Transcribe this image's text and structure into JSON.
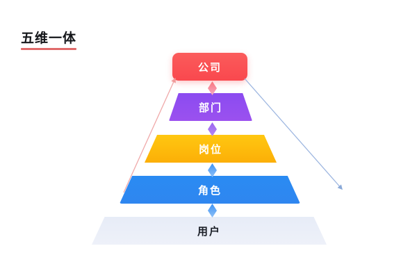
{
  "page": {
    "title": "五维一体",
    "title_underline_color": "#e06a6a",
    "background_color": "#ffffff"
  },
  "diagram": {
    "type": "pyramid",
    "name": "five-dimension-hierarchy-pyramid",
    "levels": [
      {
        "id": "company",
        "label": "公司",
        "level": 1,
        "shape": "rounded-capsule",
        "fill_color": "#f9484e",
        "text_color": "#ffffff"
      },
      {
        "id": "department",
        "label": "部门",
        "level": 2,
        "shape": "trapezoid",
        "fill_color": "#9b51ef",
        "text_color": "#ffffff"
      },
      {
        "id": "position",
        "label": "岗位",
        "level": 3,
        "shape": "trapezoid",
        "fill_color": "#fcaf07",
        "text_color": "#ffffff"
      },
      {
        "id": "role",
        "label": "角色",
        "level": 4,
        "shape": "trapezoid",
        "fill_color": "#2a8bf2",
        "text_color": "#ffffff"
      },
      {
        "id": "user",
        "label": "用户",
        "level": 5,
        "shape": "trapezoid",
        "fill_color": "#e7ecf7",
        "text_color": "#1b1f27"
      }
    ],
    "connectors": [
      {
        "id": "company-department",
        "from": "department",
        "to": "company",
        "color": "#f7858f"
      },
      {
        "id": "department-position",
        "from": "position",
        "to": "department",
        "color": "#a871f2"
      },
      {
        "id": "position-role",
        "from": "role",
        "to": "position",
        "color": "#5ba4f5"
      },
      {
        "id": "role-user",
        "from": "user",
        "to": "role",
        "color": "#5ba4f5"
      }
    ],
    "side_arrows": [
      {
        "id": "left-ascending-arrow",
        "direction": "up-right",
        "color": "#f0a9a9"
      },
      {
        "id": "right-descending-arrow",
        "direction": "down-right",
        "color": "#9db6e0"
      }
    ]
  }
}
